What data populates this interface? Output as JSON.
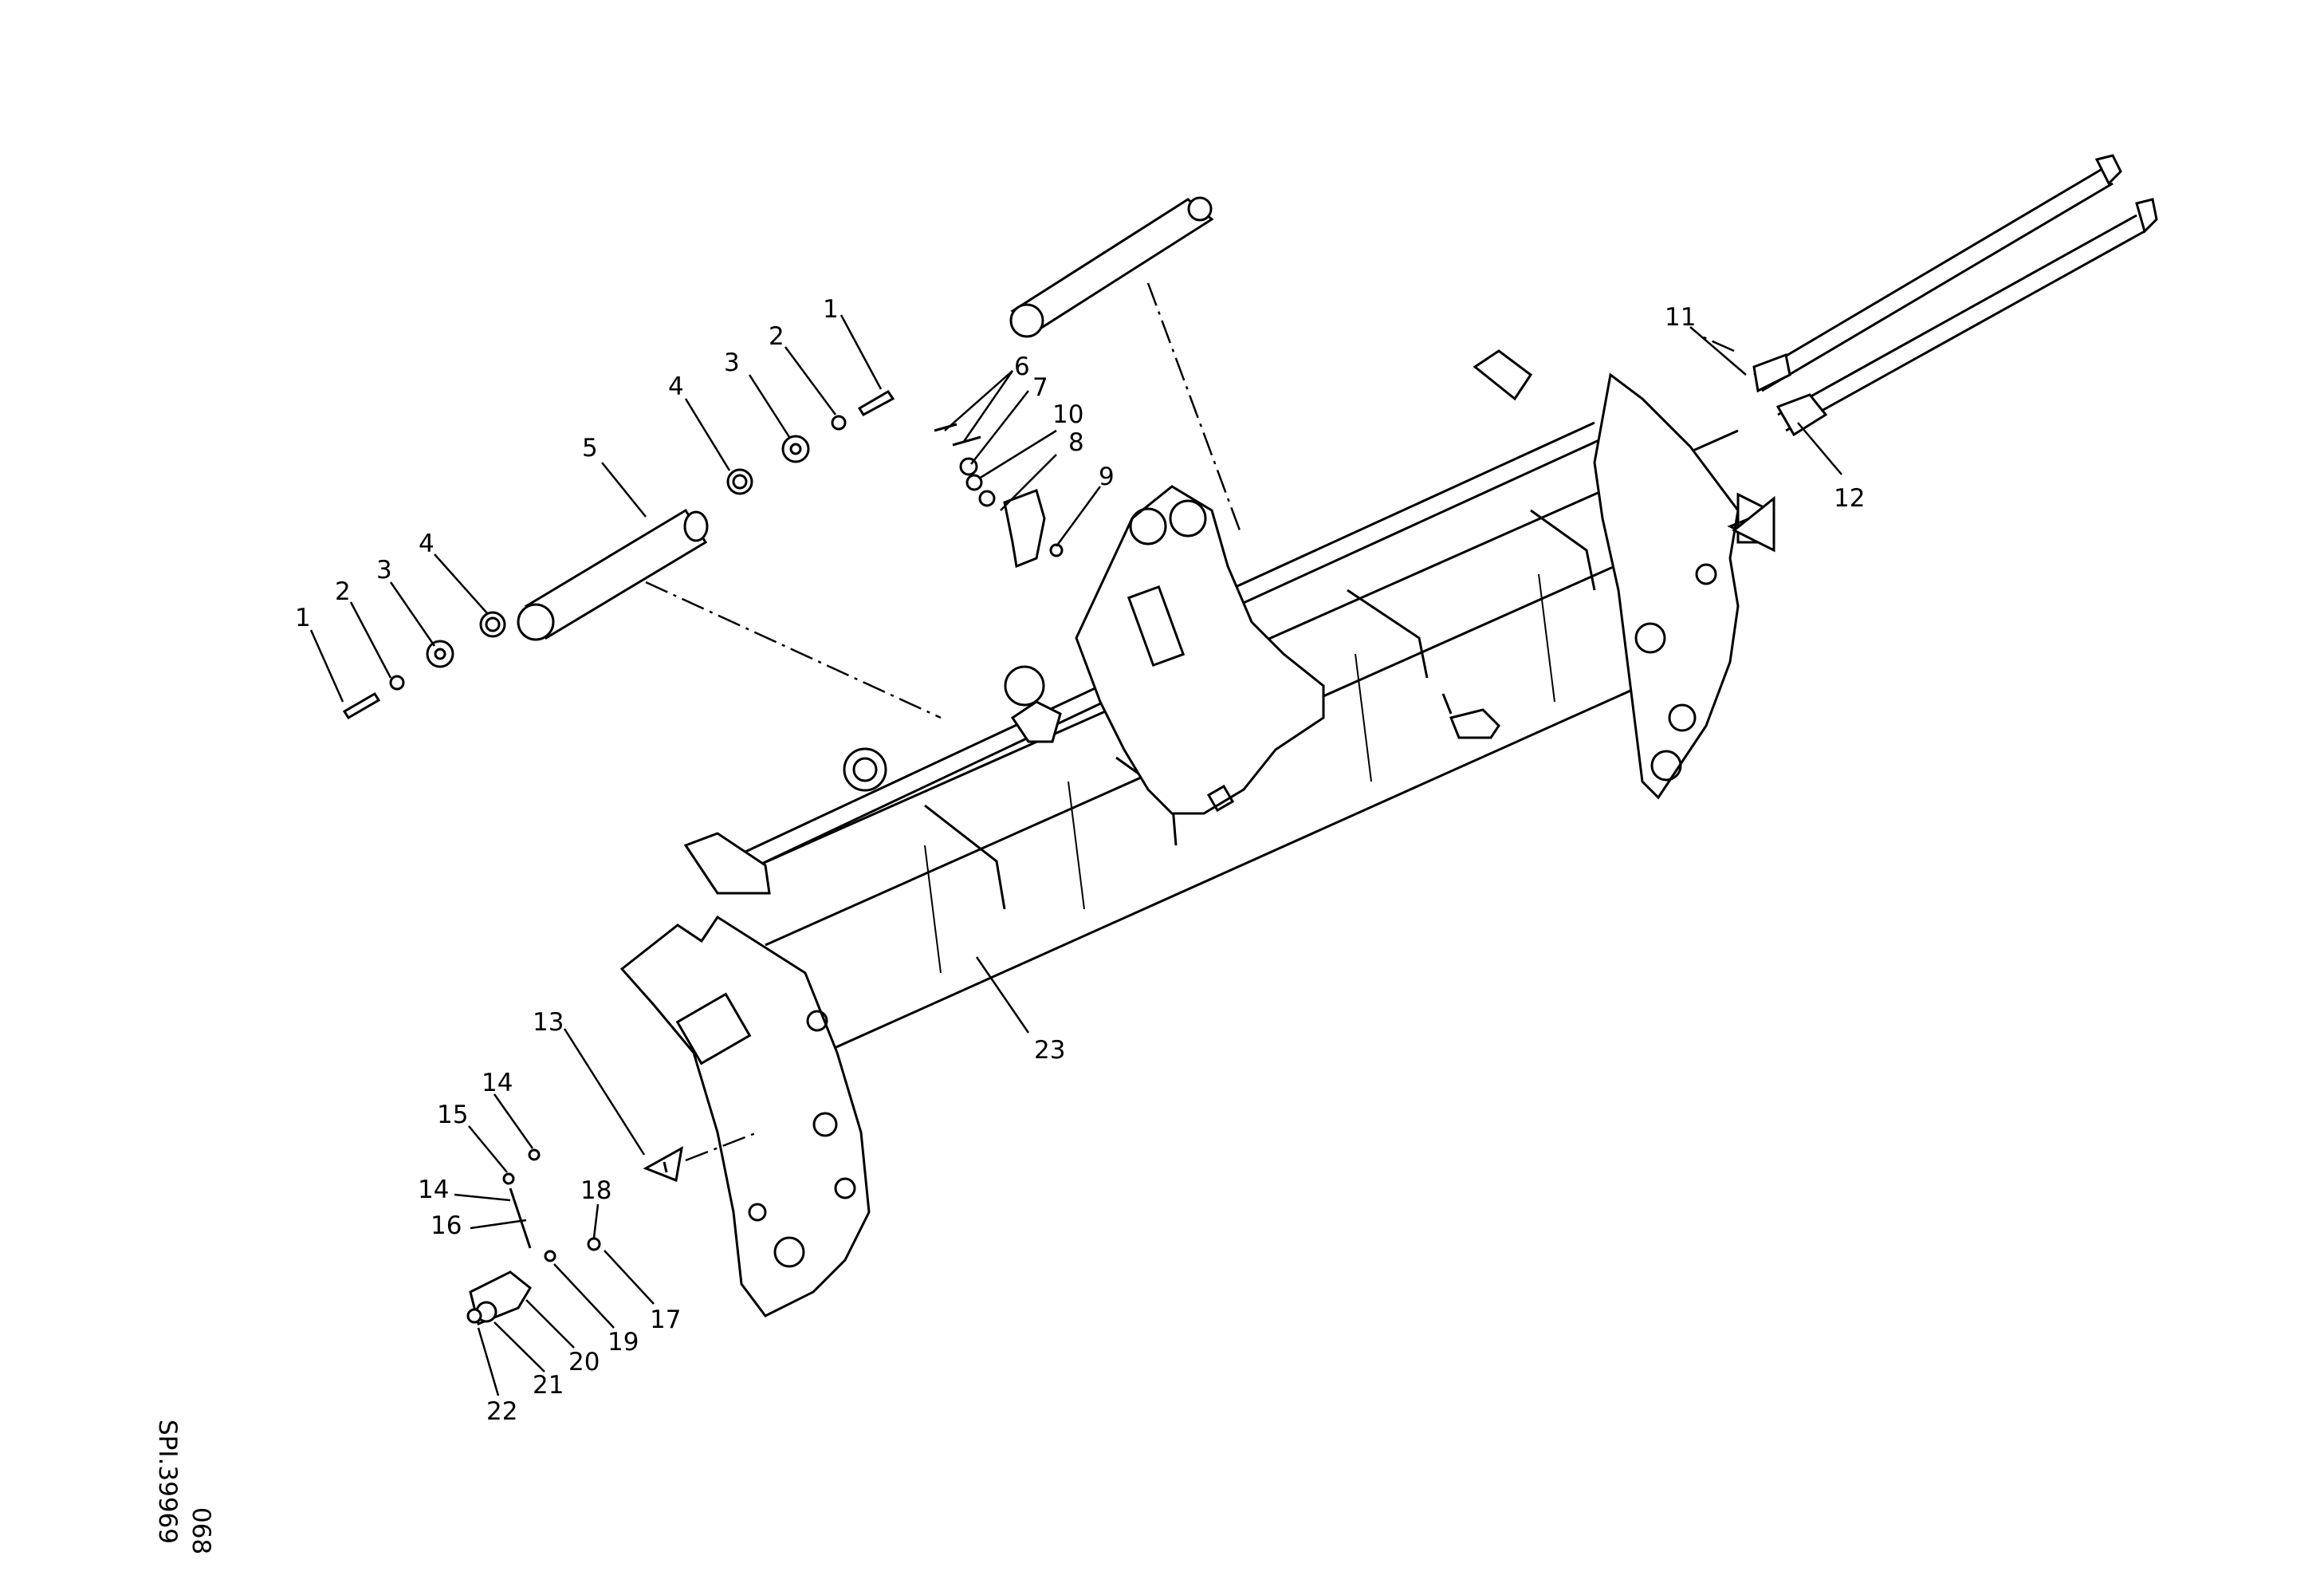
{
  "callouts": {
    "c1a": "1",
    "c2a": "2",
    "c3a": "3",
    "c4a": "4",
    "c1b": "1",
    "c2b": "2",
    "c3b": "3",
    "c4b": "4",
    "c5": "5",
    "c6": "6",
    "c7": "7",
    "c8": "8",
    "c9": "9",
    "c10": "10",
    "c11": "11",
    "c12": "12",
    "c13": "13",
    "c14a": "14",
    "c14b": "14",
    "c15": "15",
    "c16": "16",
    "c17": "17",
    "c18": "18",
    "c19": "19",
    "c20": "20",
    "c21": "21",
    "c22": "22",
    "c23": "23"
  },
  "drawing_ref": {
    "code": "SPI.39969",
    "sheet": "068"
  }
}
